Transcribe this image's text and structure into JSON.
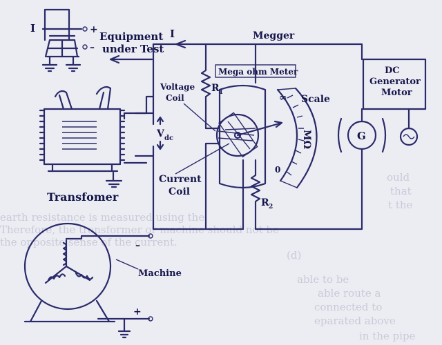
{
  "labels": {
    "equipment_line1": "Equipment",
    "equipment_line2": "under Test",
    "current_I_top": "I",
    "current_I_equipment": "I",
    "megger": "Megger",
    "meter_title": "Mega ohm Meter",
    "voltage_coil_1": "Voltage",
    "voltage_coil_2": "Coil",
    "r1": "R",
    "r1_sub": "1",
    "r2": "R",
    "r2_sub": "2",
    "scale": "Scale",
    "scale_unit": "MΩ",
    "scale_inf": "∞",
    "scale_zero": "0",
    "vdc": "V",
    "vdc_sub": "dc",
    "current_coil_1": "Current",
    "current_coil_2": "Coil",
    "dc_gen_1": "DC",
    "dc_gen_2": "Generator",
    "dc_gen_3": "Motor",
    "generator": "G",
    "transformer": "Transfomer",
    "machine": "Machine",
    "plus_top": "+",
    "minus_top": "–",
    "minus_machine": "–",
    "plus_machine": "+"
  },
  "colors": {
    "ink": "#2a2a6a",
    "paper": "#ecedf3"
  },
  "icons": [
    "ground-icon",
    "ac-source-icon",
    "generator-icon",
    "transformer-icon",
    "machine-icon",
    "test-equipment-icon"
  ]
}
